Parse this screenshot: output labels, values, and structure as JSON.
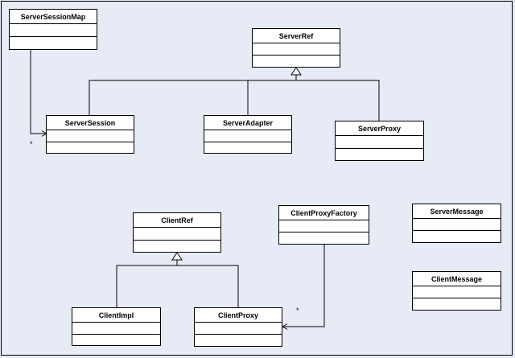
{
  "diagram": {
    "classes": [
      {
        "id": "ServerSessionMap",
        "name": "ServerSessionMap"
      },
      {
        "id": "ServerRef",
        "name": "ServerRef"
      },
      {
        "id": "ServerSession",
        "name": "ServerSession"
      },
      {
        "id": "ServerAdapter",
        "name": "ServerAdapter"
      },
      {
        "id": "ServerProxy",
        "name": "ServerProxy"
      },
      {
        "id": "ClientRef",
        "name": "ClientRef"
      },
      {
        "id": "ClientProxyFactory",
        "name": "ClientProxyFactory"
      },
      {
        "id": "ServerMessage",
        "name": "ServerMessage"
      },
      {
        "id": "ClientMessage",
        "name": "ClientMessage"
      },
      {
        "id": "ClientImpl",
        "name": "ClientImpl"
      },
      {
        "id": "ClientProxy",
        "name": "ClientProxy"
      }
    ],
    "relations": [
      {
        "type": "generalization",
        "parent": "ServerRef",
        "children": [
          "ServerSession",
          "ServerAdapter",
          "ServerProxy"
        ]
      },
      {
        "type": "generalization",
        "parent": "ClientRef",
        "children": [
          "ClientImpl",
          "ClientProxy"
        ]
      },
      {
        "type": "association",
        "from": "ServerSessionMap",
        "to": "ServerSession",
        "multiplicity": "*"
      },
      {
        "type": "association",
        "from": "ClientProxyFactory",
        "to": "ClientProxy",
        "multiplicity": "*"
      }
    ],
    "multiplicities": {
      "server_session": "*",
      "client_proxy": "*"
    }
  }
}
